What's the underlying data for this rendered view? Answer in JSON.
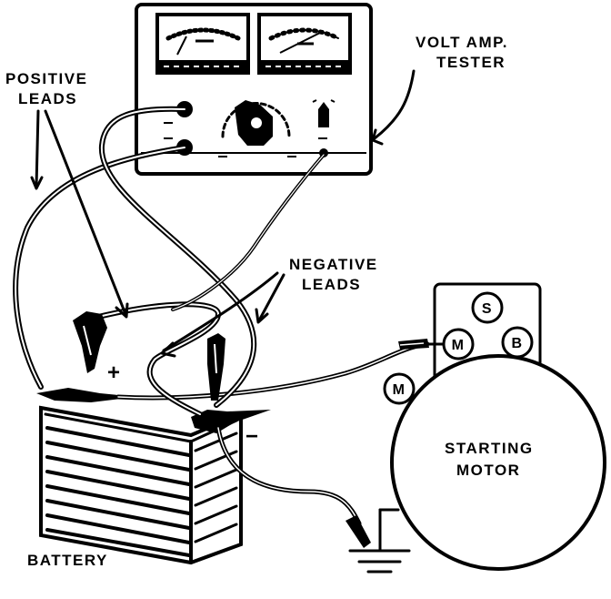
{
  "labels": {
    "positive_leads_line1": "POSITIVE",
    "positive_leads_line2": "LEADS",
    "tester_line1": "VOLT AMP.",
    "tester_line2": "TESTER",
    "negative_leads_line1": "NEGATIVE",
    "negative_leads_line2": "LEADS",
    "battery": "BATTERY",
    "motor_line1": "STARTING",
    "motor_line2": "MOTOR",
    "plus_sign": "+",
    "minus_sign": "−"
  },
  "terminals": {
    "s": "S",
    "m_top": "M",
    "b": "B",
    "m_left": "M"
  },
  "colors": {
    "ink": "#000000",
    "paper": "#ffffff"
  }
}
